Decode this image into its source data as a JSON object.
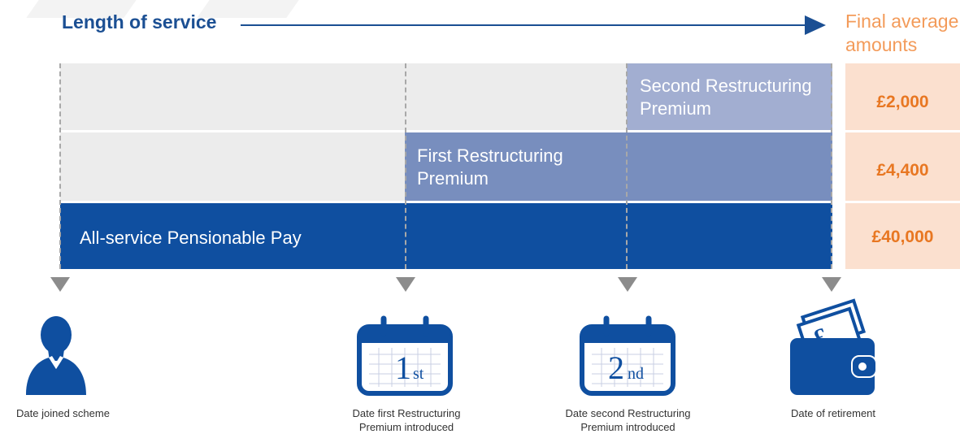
{
  "header": {
    "title": "Length of service",
    "final_label_line1": "Final average",
    "final_label_line2": "amounts"
  },
  "rows": [
    {
      "label_line1": "Second Restructuring",
      "label_line2": "Premium",
      "amount": "£2,000",
      "color": "#a2aed1"
    },
    {
      "label_line1": "First Restructuring",
      "label_line2": "Premium",
      "amount": "£4,400",
      "color": "#788ebe"
    },
    {
      "label_line1": "All-service Pensionable Pay",
      "amount": "£40,000",
      "color": "#0f4fa0"
    }
  ],
  "milestones": [
    {
      "icon": "person-icon",
      "caption_line1": "Date joined scheme"
    },
    {
      "icon": "calendar-icon",
      "calendar_num": "1",
      "calendar_suffix": "st",
      "caption_line1": "Date first Restructuring",
      "caption_line2": "Premium introduced"
    },
    {
      "icon": "calendar-icon",
      "calendar_num": "2",
      "calendar_suffix": "nd",
      "caption_line1": "Date second Restructuring",
      "caption_line2": "Premium introduced"
    },
    {
      "icon": "wallet-icon",
      "wallet_symbol": "£",
      "caption_line1": "Date of retirement"
    }
  ],
  "colors": {
    "accent_blue": "#1b4f93",
    "orange": "#e87722",
    "peach": "#fbe0cf",
    "grey_bg": "#ececec"
  }
}
